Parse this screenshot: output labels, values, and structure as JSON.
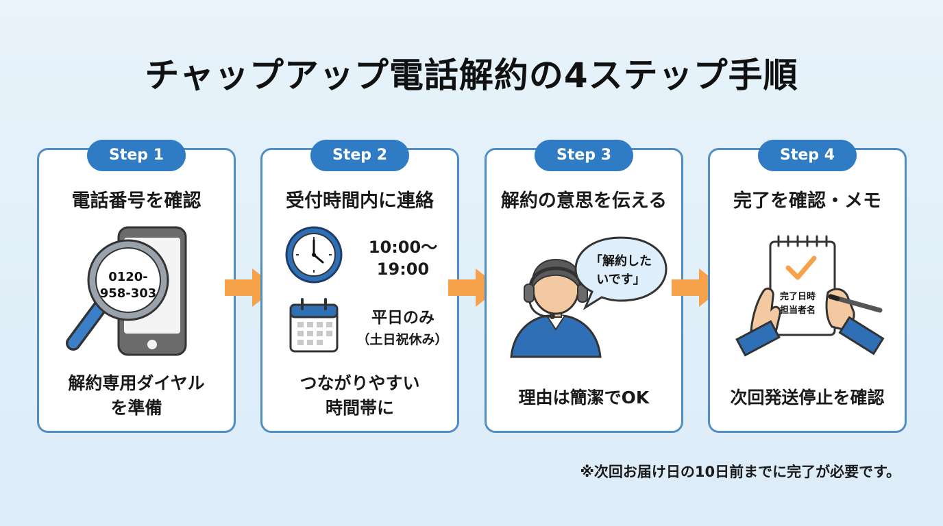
{
  "title": "チャップアップ電話解約の4ステップ手順",
  "colors": {
    "accent": "#2f7cc4",
    "border": "#4f8ec4",
    "arrow": "#f5a24a",
    "background": "#e4f0fa"
  },
  "steps": [
    {
      "badge": "Step 1",
      "heading": "電話番号を確認",
      "icon": "magnifier-phone-icon",
      "phone_number_line1": "0120-",
      "phone_number_line2": "958-303",
      "caption_line1": "解約専用ダイヤル",
      "caption_line2": "を準備"
    },
    {
      "badge": "Step 2",
      "heading": "受付時間内に連絡",
      "icon": "clock-calendar-icon",
      "hours_line1": "10:00〜",
      "hours_line2": "19:00",
      "days_line1": "平日のみ",
      "days_line2": "（土日祝休み）",
      "caption_line1": "つながりやすい",
      "caption_line2": "時間帯に"
    },
    {
      "badge": "Step 3",
      "heading": "解約の意思を伝える",
      "icon": "operator-headset-icon",
      "speech_line1": "「解約した",
      "speech_line2": "いです」",
      "caption_line1": "理由は簡潔でOK"
    },
    {
      "badge": "Step 4",
      "heading": "完了を確認・メモ",
      "icon": "notepad-pen-icon",
      "memo_line1": "完了日時",
      "memo_line2": "担当者名",
      "caption_line1": "次回発送停止を確認"
    }
  ],
  "footnote": "※次回お届け日の10日前までに完了が必要です。"
}
